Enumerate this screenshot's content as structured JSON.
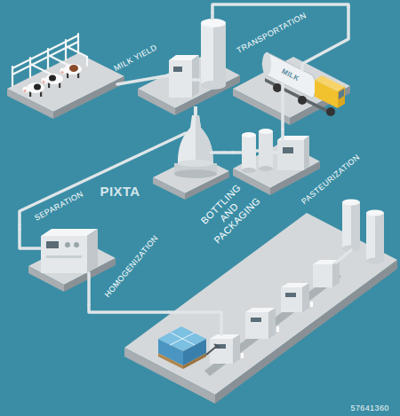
{
  "diagram": {
    "nodes": [
      {
        "text": [
          "MILK YIELD"
        ]
      },
      {
        "text": [
          "TRANSPORTATION"
        ]
      },
      {
        "text": [
          "PASTEURIZATION"
        ]
      },
      {
        "text": [
          "SEPARATION"
        ]
      },
      {
        "text": [
          "HOMOGENIZATION"
        ]
      },
      {
        "text": [
          "BOTTLING AND PACKAGING"
        ]
      }
    ],
    "edges": [
      {
        "from": 0,
        "to": 1,
        "arrow": "none"
      },
      {
        "from": 1,
        "to": 2,
        "arrow": "none"
      },
      {
        "from": 2,
        "to": 3,
        "arrow": "none"
      },
      {
        "from": 3,
        "to": 4,
        "arrow": "none"
      },
      {
        "from": 4,
        "to": 5,
        "arrow": "none"
      }
    ],
    "labels": [
      "MILK",
      "PIXTA",
      "57641360"
    ]
  }
}
